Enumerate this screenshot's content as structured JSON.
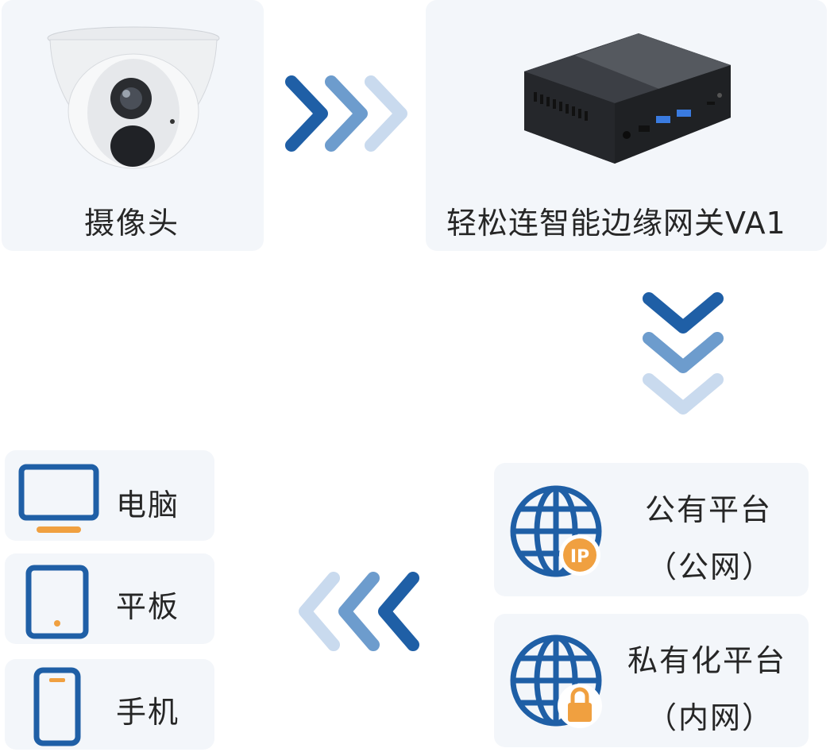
{
  "nodes": {
    "camera": {
      "label": "摄像头"
    },
    "gateway": {
      "label": "轻松连智能边缘网关VA1"
    },
    "public_platform": {
      "line1": "公有平台",
      "line2": "（公网）"
    },
    "private_platform": {
      "line1": "私有化平台",
      "line2": "（内网）"
    }
  },
  "clients": [
    {
      "label": "电脑",
      "icon": "monitor-icon"
    },
    {
      "label": "平板",
      "icon": "tablet-icon"
    },
    {
      "label": "手机",
      "icon": "phone-icon"
    }
  ],
  "colors": {
    "primary_blue": "#1f5fa6",
    "mid_blue": "#6d9ccd",
    "light_blue": "#c9daee",
    "accent_orange": "#f0a040",
    "card_bg": "#f3f6fa"
  }
}
